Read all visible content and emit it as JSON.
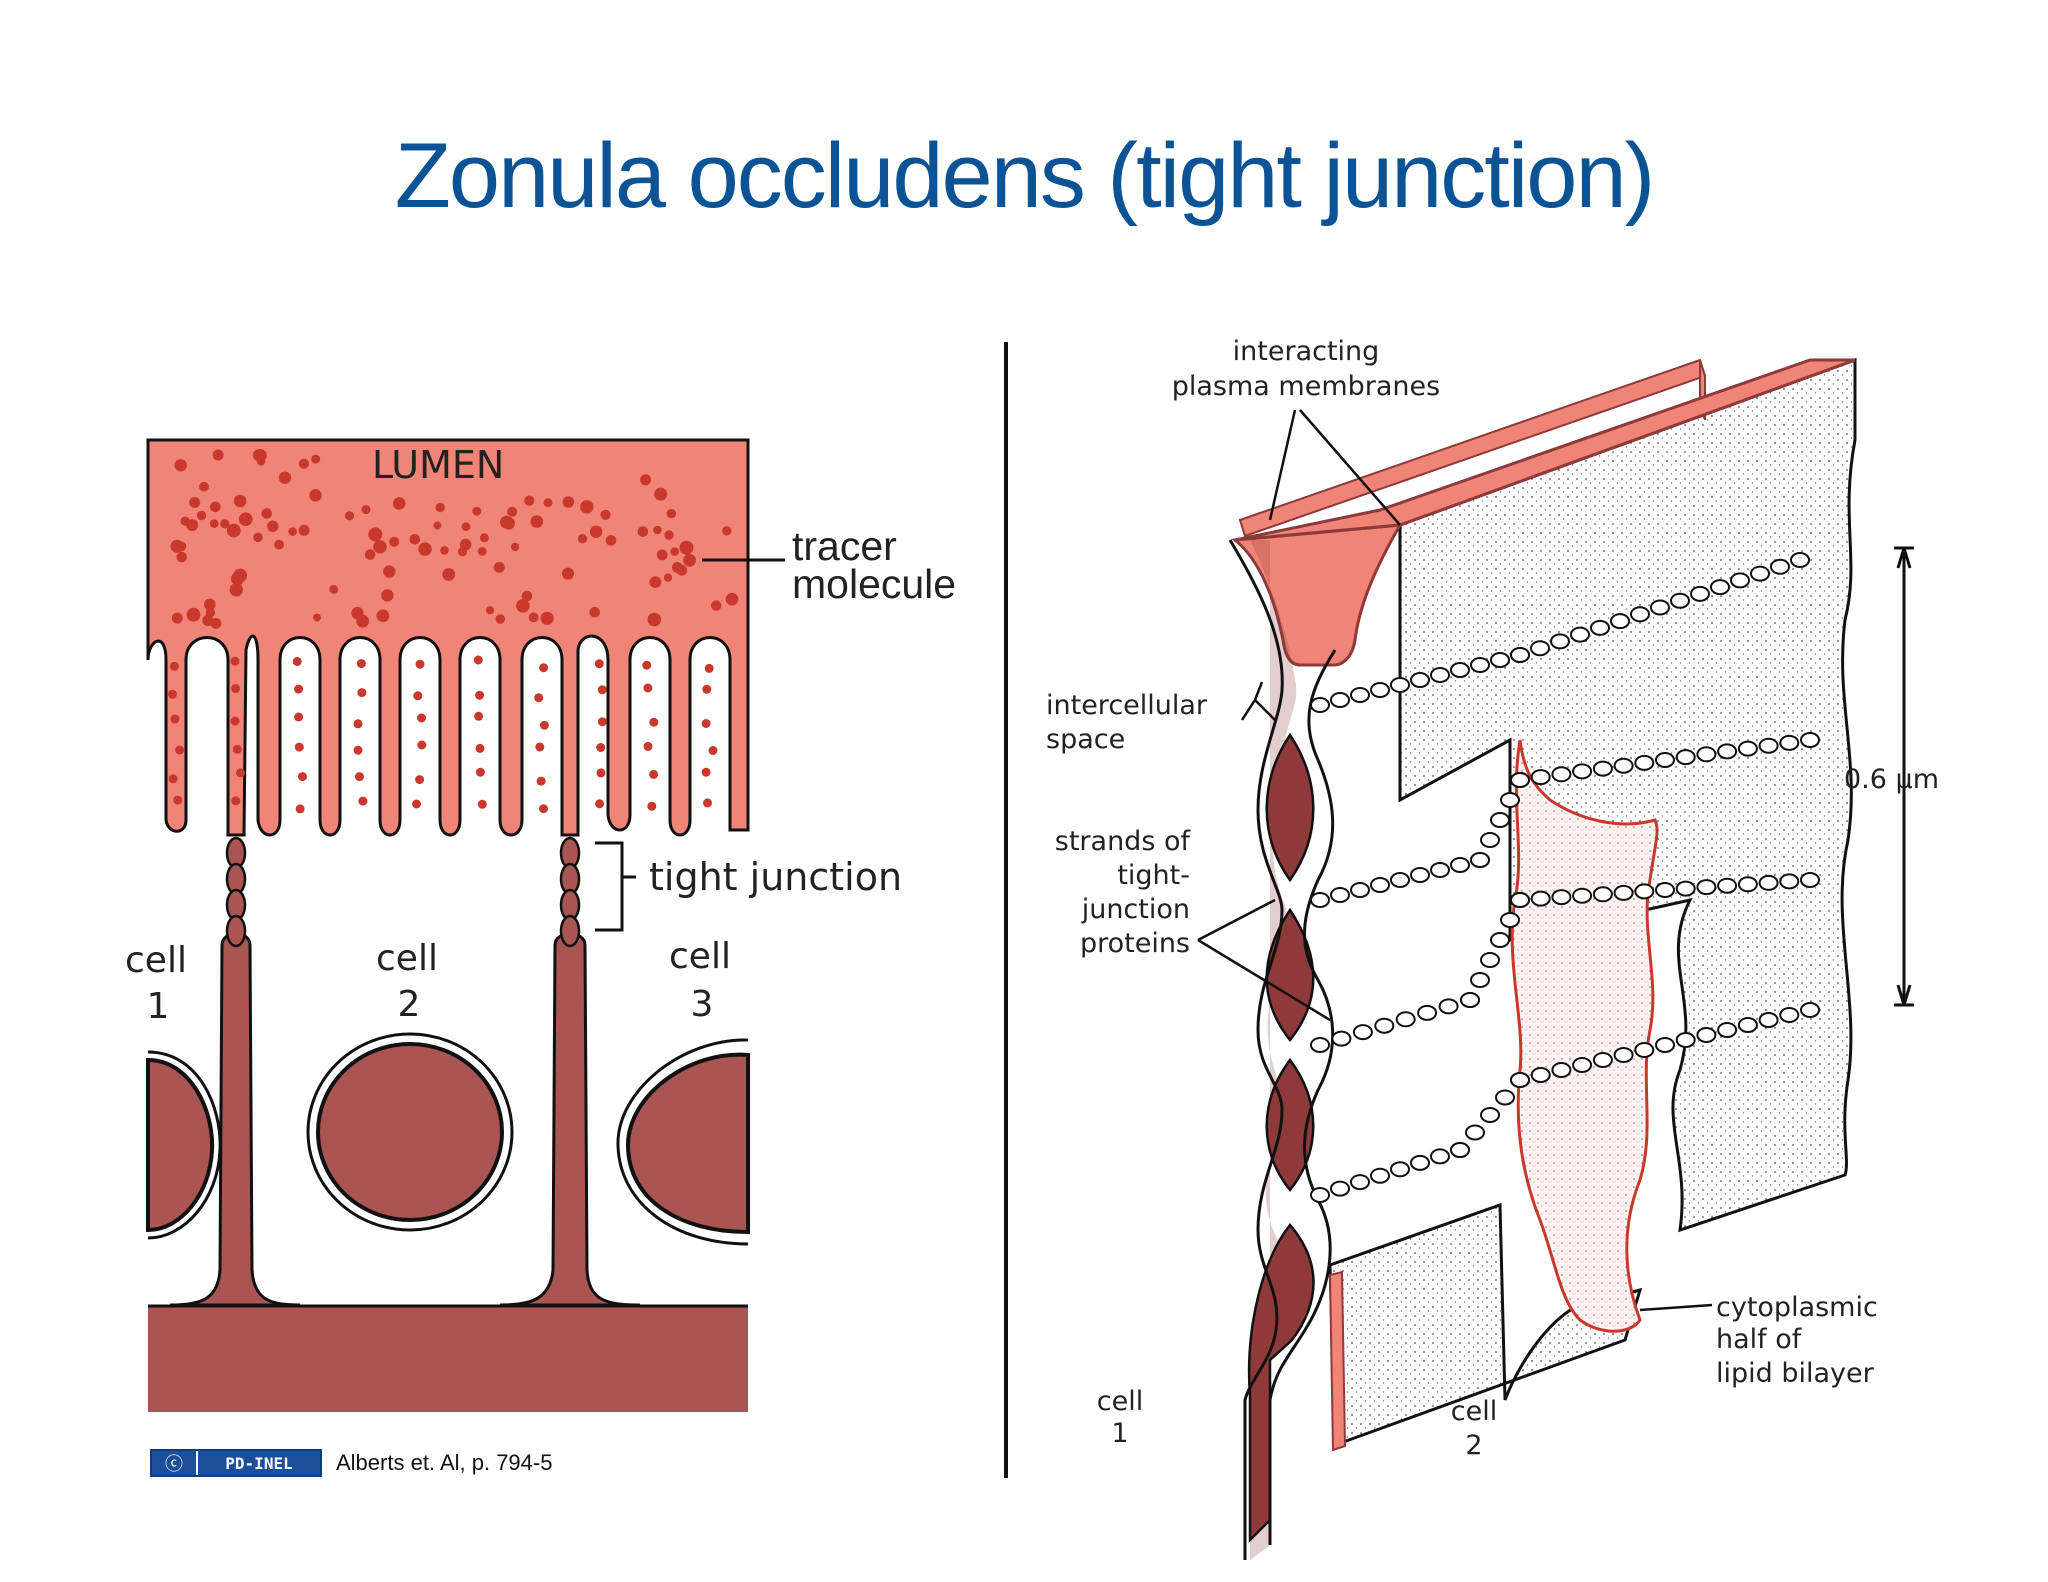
{
  "title": "Zonula occludens (tight junction)",
  "left_panel": {
    "lumen": "LUMEN",
    "tracer_line1": "tracer",
    "tracer_line2": "molecule",
    "tight_junction": "tight junction",
    "cells": [
      {
        "word": "cell",
        "num": "1"
      },
      {
        "word": "cell",
        "num": "2"
      },
      {
        "word": "cell",
        "num": "3"
      }
    ]
  },
  "right_panel": {
    "interacting_line1": "interacting",
    "interacting_line2": "plasma membranes",
    "intercellular_line1": "intercellular",
    "intercellular_line2": "space",
    "strands_line1": "strands of",
    "strands_line2": "tight-",
    "strands_line3": "junction",
    "strands_line4": "proteins",
    "scale": "0.6 μm",
    "cyto_line1": "cytoplasmic",
    "cyto_line2": "half of",
    "cyto_line3": "lipid bilayer",
    "cell1": {
      "word": "cell",
      "num": "1"
    },
    "cell2": {
      "word": "cell",
      "num": "2"
    }
  },
  "footer": {
    "badge": "PD-INEL",
    "badge_icon": "copyright-logo",
    "reference": "Alberts et. Al, p. 794-5"
  },
  "colors": {
    "title": "#0b5394",
    "lumen": "#f08577",
    "cell": "#a95553",
    "dot": "#c8382c",
    "membrane_dark": "#8e3a3a"
  }
}
